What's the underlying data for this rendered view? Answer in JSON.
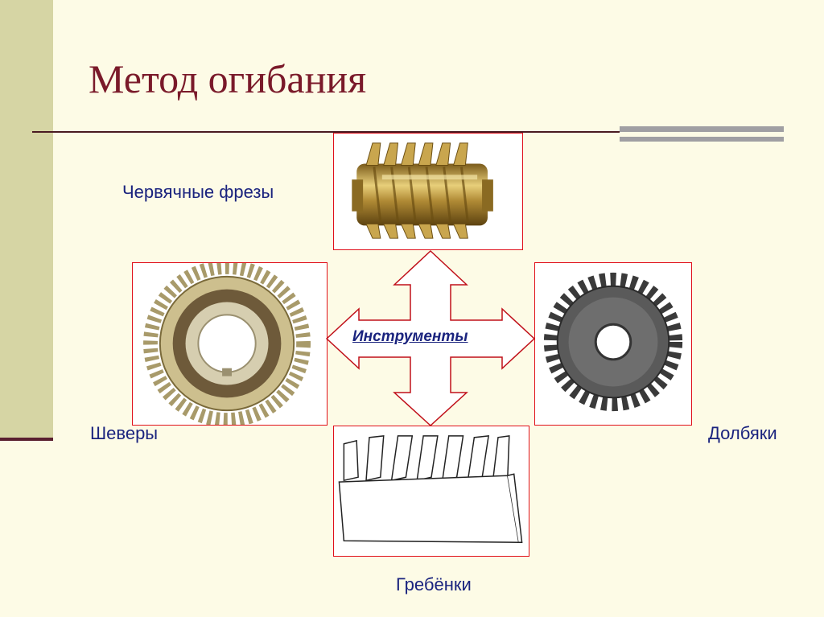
{
  "slide": {
    "title": "Метод огибания",
    "center_link": "Инструменты",
    "tools": {
      "top": "Червячные фрезы",
      "left": "Шеверы",
      "right": "Долбяки",
      "bottom": "Гребёнки"
    }
  },
  "colors": {
    "title": "#7a1a2a",
    "label": "#1a237e",
    "frame": "#e0101a",
    "arrow": "#c0101a",
    "background": "#fdfbe6",
    "side_bar": "#d6d5a4"
  },
  "icons": {
    "top_image": "hob-cutter-icon",
    "left_image": "shaving-cutter-icon",
    "right_image": "gear-shaper-cutter-icon",
    "bottom_image": "rack-cutter-icon"
  }
}
